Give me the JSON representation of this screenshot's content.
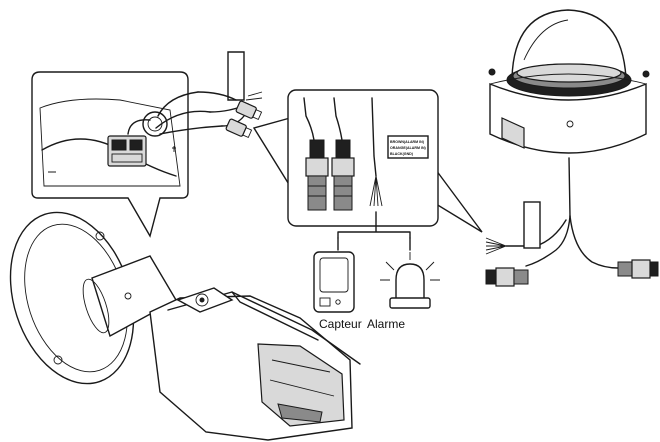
{
  "labels": {
    "sensor": "Capteur",
    "alarm": "Alarme",
    "wire_tag_line1": "BROWN(ALARM IN)",
    "wire_tag_line2": "ORANGE(ALARM IN)",
    "wire_tag_line3": "BLACK(GND)"
  },
  "icons": {
    "sensor": "sensor-icon",
    "alarm": "alarm-light-icon"
  }
}
